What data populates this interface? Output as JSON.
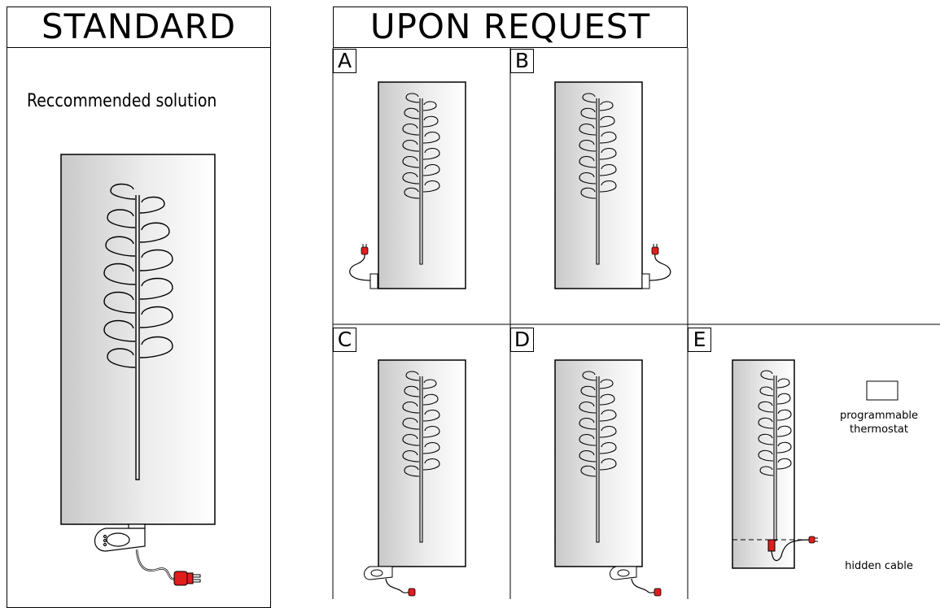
{
  "standard": {
    "title": "STANDARD",
    "subtitle": "Reccommended solution"
  },
  "upon_request": {
    "title": "UPON REQUEST",
    "options": [
      {
        "letter": "A"
      },
      {
        "letter": "B"
      },
      {
        "letter": "C"
      },
      {
        "letter": "D"
      },
      {
        "letter": "E"
      }
    ],
    "thermostat_label_1": "programmable",
    "thermostat_label_2": "thermostat",
    "hidden_cable_label": "hidden cable"
  },
  "colors": {
    "panel_light": "#ffffff",
    "panel_dark": "#c8c8c8",
    "plug": "#e11d1d",
    "line": "#000000"
  },
  "icons": [
    "leaf-stem-pattern",
    "plug-icon",
    "thermostat-control-icon",
    "wall-socket-icon"
  ]
}
